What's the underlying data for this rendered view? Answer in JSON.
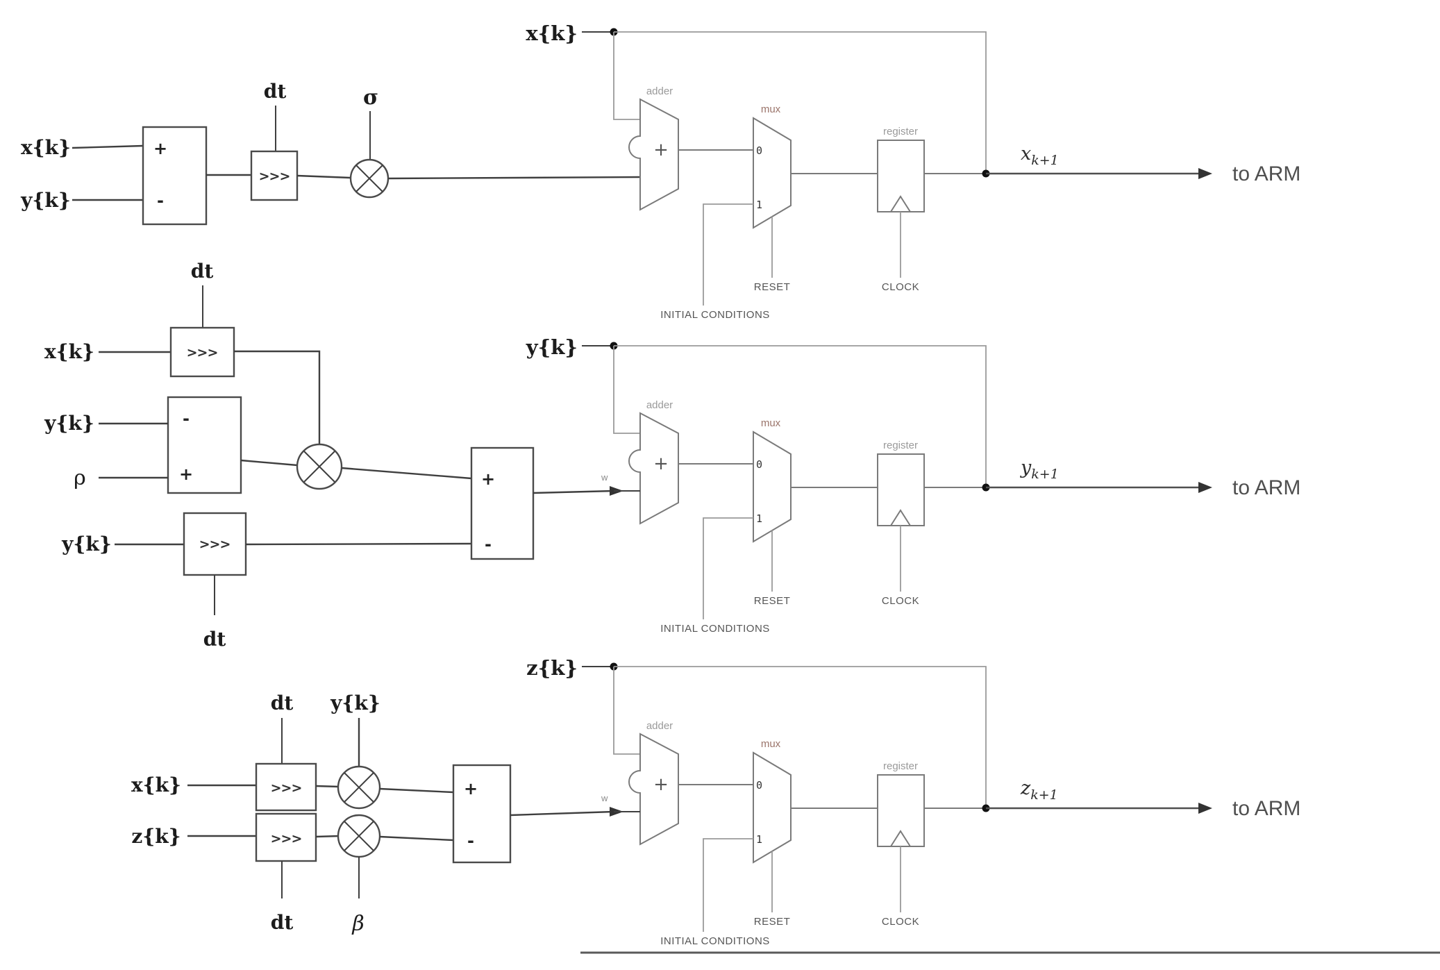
{
  "colors": {
    "ink": "#3f3f3f",
    "component_outline": "#7a7a7a",
    "component_label": "#9a9a9a",
    "mux_label_tint": "#9b756b",
    "signal_label": "#555555"
  },
  "rows": [
    {
      "state_label": "x{k}",
      "adder_label": "adder",
      "adder_op": "+",
      "mux_label": "mux",
      "mux_in0": "0",
      "mux_in1": "1",
      "register_label": "register",
      "reset_label": "RESET",
      "clock_label": "CLOCK",
      "initial_conditions_label": "INITIAL CONDITIONS",
      "output_var": "x",
      "output_subscript": "k+1",
      "to_arm_label": "to ARM"
    },
    {
      "state_label": "y{k}",
      "adder_label": "adder",
      "adder_op": "+",
      "mux_label": "mux",
      "mux_in0": "0",
      "mux_in1": "1",
      "register_label": "register",
      "reset_label": "RESET",
      "clock_label": "CLOCK",
      "initial_conditions_label": "INITIAL CONDITIONS",
      "output_var": "y",
      "output_subscript": "k+1",
      "to_arm_label": "to ARM",
      "port_mark": "w"
    },
    {
      "state_label": "z{k}",
      "adder_label": "adder",
      "adder_op": "+",
      "mux_label": "mux",
      "mux_in0": "0",
      "mux_in1": "1",
      "register_label": "register",
      "reset_label": "RESET",
      "clock_label": "CLOCK",
      "initial_conditions_label": "INITIAL CONDITIONS",
      "output_var": "z",
      "output_subscript": "k+1",
      "to_arm_label": "to ARM",
      "port_mark": "w"
    }
  ],
  "chains": {
    "x": {
      "input_top": "x{k}",
      "input_bottom": "y{k}",
      "sub_plus": "+",
      "sub_minus": "-",
      "dt": "dt",
      "shifter": ">>>",
      "gain": "σ"
    },
    "y": {
      "dt_top": "dt",
      "input_x": "x{k}",
      "shifter_top": ">>>",
      "input_y": "y{k}",
      "gain": "ρ",
      "box_minus": "-",
      "box_plus": "+",
      "input_y2": "y{k}",
      "shifter_bottom": ">>>",
      "dt_bottom": "dt",
      "sum_plus": "+",
      "sum_minus": "-"
    },
    "z": {
      "dt_top": "dt",
      "input_yk": "y{k}",
      "input_x": "x{k}",
      "input_z": "z{k}",
      "shifter_top": ">>>",
      "shifter_bottom": ">>>",
      "dt_bottom": "dt",
      "gain": "β",
      "sum_plus": "+",
      "sum_minus": "-"
    }
  }
}
